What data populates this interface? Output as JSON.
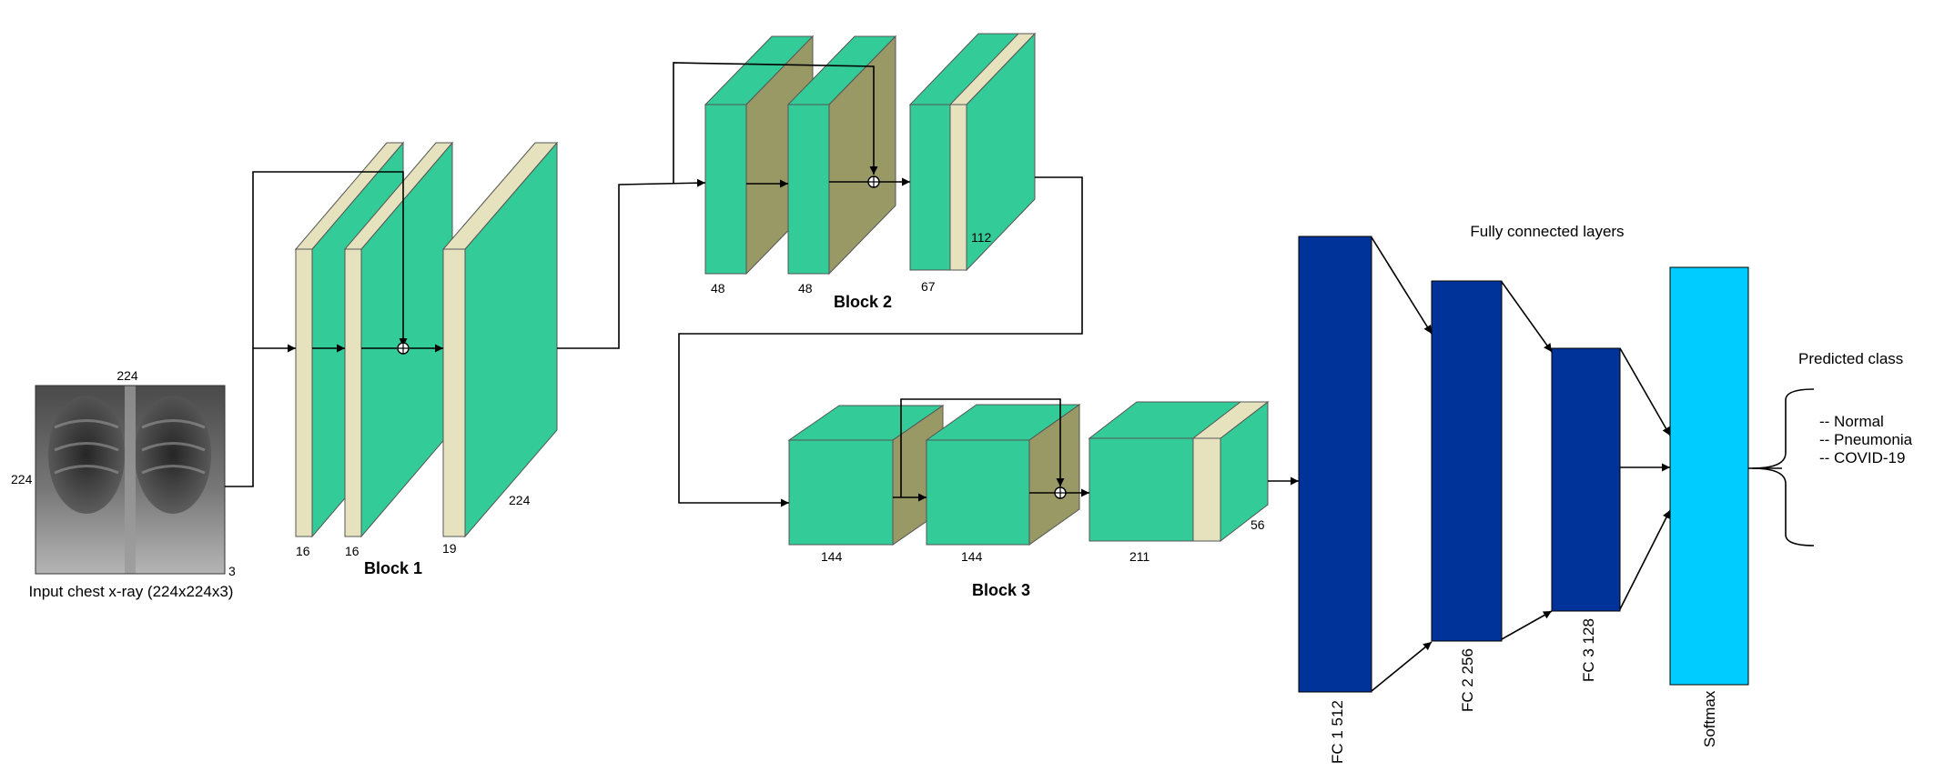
{
  "input": {
    "caption": "Input chest x-ray (224x224x3)",
    "width_label": "224",
    "height_label": "224",
    "depth_label": "3"
  },
  "blocks": [
    {
      "title": "Block 1",
      "channels": [
        "16",
        "16",
        "19"
      ],
      "size": "224"
    },
    {
      "title": "Block 2",
      "channels": [
        "48",
        "48",
        "67"
      ],
      "size": "112"
    },
    {
      "title": "Block 3",
      "channels": [
        "144",
        "144",
        "211"
      ],
      "size": "56"
    }
  ],
  "fc": {
    "title": "Fully connected layers",
    "layers": [
      "FC 1 512",
      "FC 2 256",
      "FC 3 128",
      "Softmax"
    ]
  },
  "output": {
    "title": "Predicted class",
    "classes": [
      "-- Normal",
      "-- Pneumonia",
      "-- COVID-19"
    ]
  },
  "colors": {
    "conv_face": "#33CC99",
    "conv_side": "#999966",
    "conv_slab": "#E6E2BE",
    "fc": "#003399",
    "softmax": "#00CCFF",
    "line": "#000000"
  }
}
